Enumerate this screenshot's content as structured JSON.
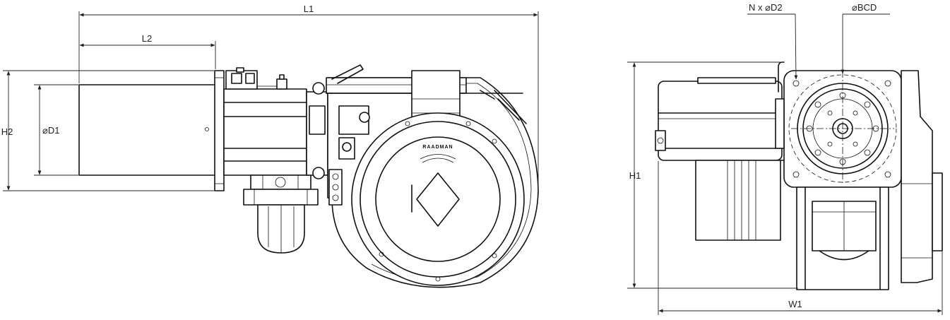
{
  "labels": {
    "l1": "L1",
    "l2": "L2",
    "h2": "H2",
    "d1": "D1",
    "h1": "H1",
    "w1": "W1",
    "nd2": "N x",
    "nd2_b": "D2",
    "bcd": "BCD"
  },
  "brand": "RAADMAN"
}
